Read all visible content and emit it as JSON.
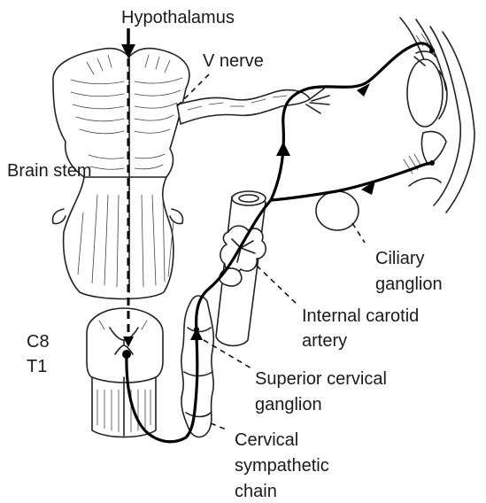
{
  "labels": {
    "hypothalamus": "Hypothalamus",
    "v_nerve": "V nerve",
    "brain_stem": "Brain stem",
    "ciliary_1": "Ciliary",
    "ciliary_2": "ganglion",
    "carotid_1": "Internal carotid",
    "carotid_2": "artery",
    "c8": "C8",
    "t1": "T1",
    "superior_1": "Superior cervical",
    "superior_2": "ganglion",
    "chain_1": "Cervical",
    "chain_2": "sympathetic",
    "chain_3": "chain"
  }
}
